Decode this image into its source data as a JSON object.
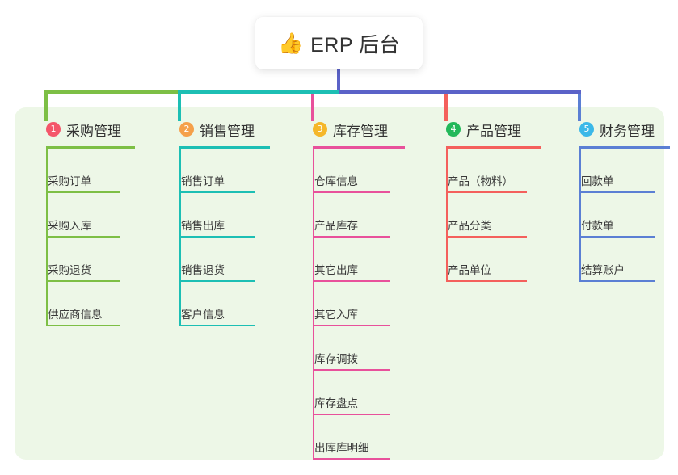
{
  "title": {
    "emoji": "👍",
    "emoji_name": "thumbs-up-icon",
    "text": "ERP 后台"
  },
  "colors": {
    "panel_background": "#EDF7E7",
    "page_background": "#FFFFFF",
    "stem": "#5B62C8",
    "trunk_bar": "#5B62C8"
  },
  "columns": [
    {
      "number": "1",
      "title": "采购管理",
      "badge_color": "#F4566A",
      "line_color": "#7DBF45",
      "connector_color": "#7DBF45",
      "items": [
        "采购订单",
        "采购入库",
        "采购退货",
        "供应商信息"
      ]
    },
    {
      "number": "2",
      "title": "销售管理",
      "badge_color": "#F5A04A",
      "line_color": "#1DBFB4",
      "connector_color": "#1DBFB4",
      "items": [
        "销售订单",
        "销售出库",
        "销售退货",
        "客户信息"
      ]
    },
    {
      "number": "3",
      "title": "库存管理",
      "badge_color": "#F5B72A",
      "line_color": "#E8519B",
      "connector_color": "#E8519B",
      "items": [
        "仓库信息",
        "产品库存",
        "其它出库",
        "其它入库",
        "库存调拨",
        "库存盘点",
        "出库库明细"
      ]
    },
    {
      "number": "4",
      "title": "产品管理",
      "badge_color": "#23B85A",
      "line_color": "#F4605C",
      "connector_color": "#F4605C",
      "items": [
        "产品（物料）",
        "产品分类",
        "产品单位"
      ]
    },
    {
      "number": "5",
      "title": "财务管理",
      "badge_color": "#3BB8E8",
      "line_color": "#5B7FD4",
      "connector_color": "#5B7FD4",
      "items": [
        "回款单",
        "付款单",
        "结算账户"
      ]
    }
  ]
}
